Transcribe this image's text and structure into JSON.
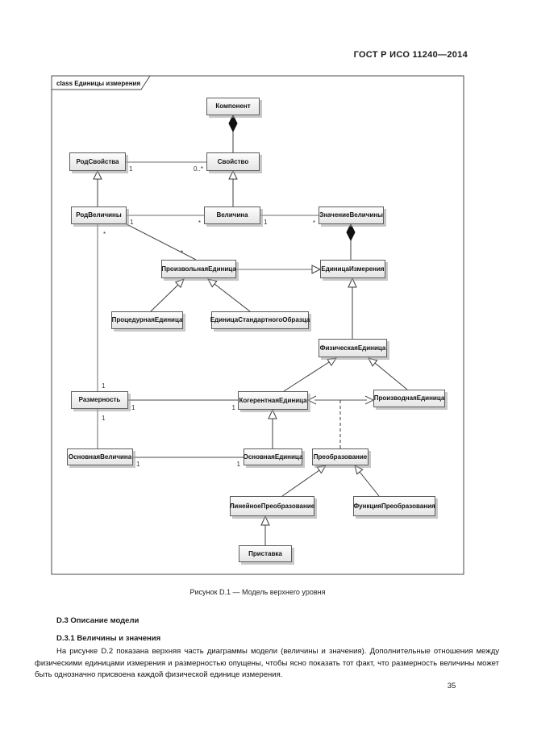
{
  "page": {
    "header": "ГОСТ Р ИСО 11240—2014",
    "figure_caption": "Рисунок   D.1 — Модель верхнего уровня",
    "section_heading": "D.3  Описание модели",
    "subsection_heading": "D.3.1  Величины и значения",
    "paragraph": "На рисунке D.2 показана верхняя часть диаграммы модели (величины и значения). Дополнительные отношения между физическими единицами измерения и размерностью опущены, чтобы ясно показать тот факт, что размерность величины может быть однозначно присвоена каждой физической единице измерения.",
    "page_number": "35"
  },
  "diagram": {
    "frame_label": "class Единицы измерения",
    "nodes": {
      "component": "Компонент",
      "rod_svoystva": "РодСвойства",
      "svoystvo": "Свойство",
      "rod_velichiny": "РодВеличины",
      "velichina": "Величина",
      "znachenie_velichiny": "ЗначениеВеличины",
      "proizvolnaya_edinitsa": "ПроизвольнаяЕдиница",
      "edinitsa_izmereniya": "ЕдиницаИзмерения",
      "protsedurnaya_edinitsa": "ПроцедурнаяЕдиница",
      "edinitsa_std_obraztsa": "ЕдиницаСтандартногоОбразца",
      "fizicheskaya_edinitsa": "ФизическаяЕдиница",
      "razmernost": "Размерность",
      "kogerentnaya_edinitsa": "КогерентнаяЕдиница",
      "proizvodnaya_edinitsa": "ПроизводнаяЕдиница",
      "osnovnaya_velichina": "ОсновнаяВеличина",
      "osnovnaya_edinitsa": "ОсновнаяЕдиница",
      "preobrazovanie": "Преобразование",
      "lineynoe_preobrazovanie": "ЛинейноеПреобразование",
      "funktsiya_preobrazovaniya": "ФункцияПреобразования",
      "pristavka": "Приставка"
    },
    "multiplicities": {
      "m1": "1",
      "m2": "0..*",
      "m3": "1",
      "m4": "*",
      "m5": "1",
      "m6": "*",
      "m7": "*",
      "m8": "1",
      "m9": "1",
      "m10": "*",
      "m11": "1",
      "m12": "1",
      "m13": "1",
      "m14": "1"
    }
  }
}
